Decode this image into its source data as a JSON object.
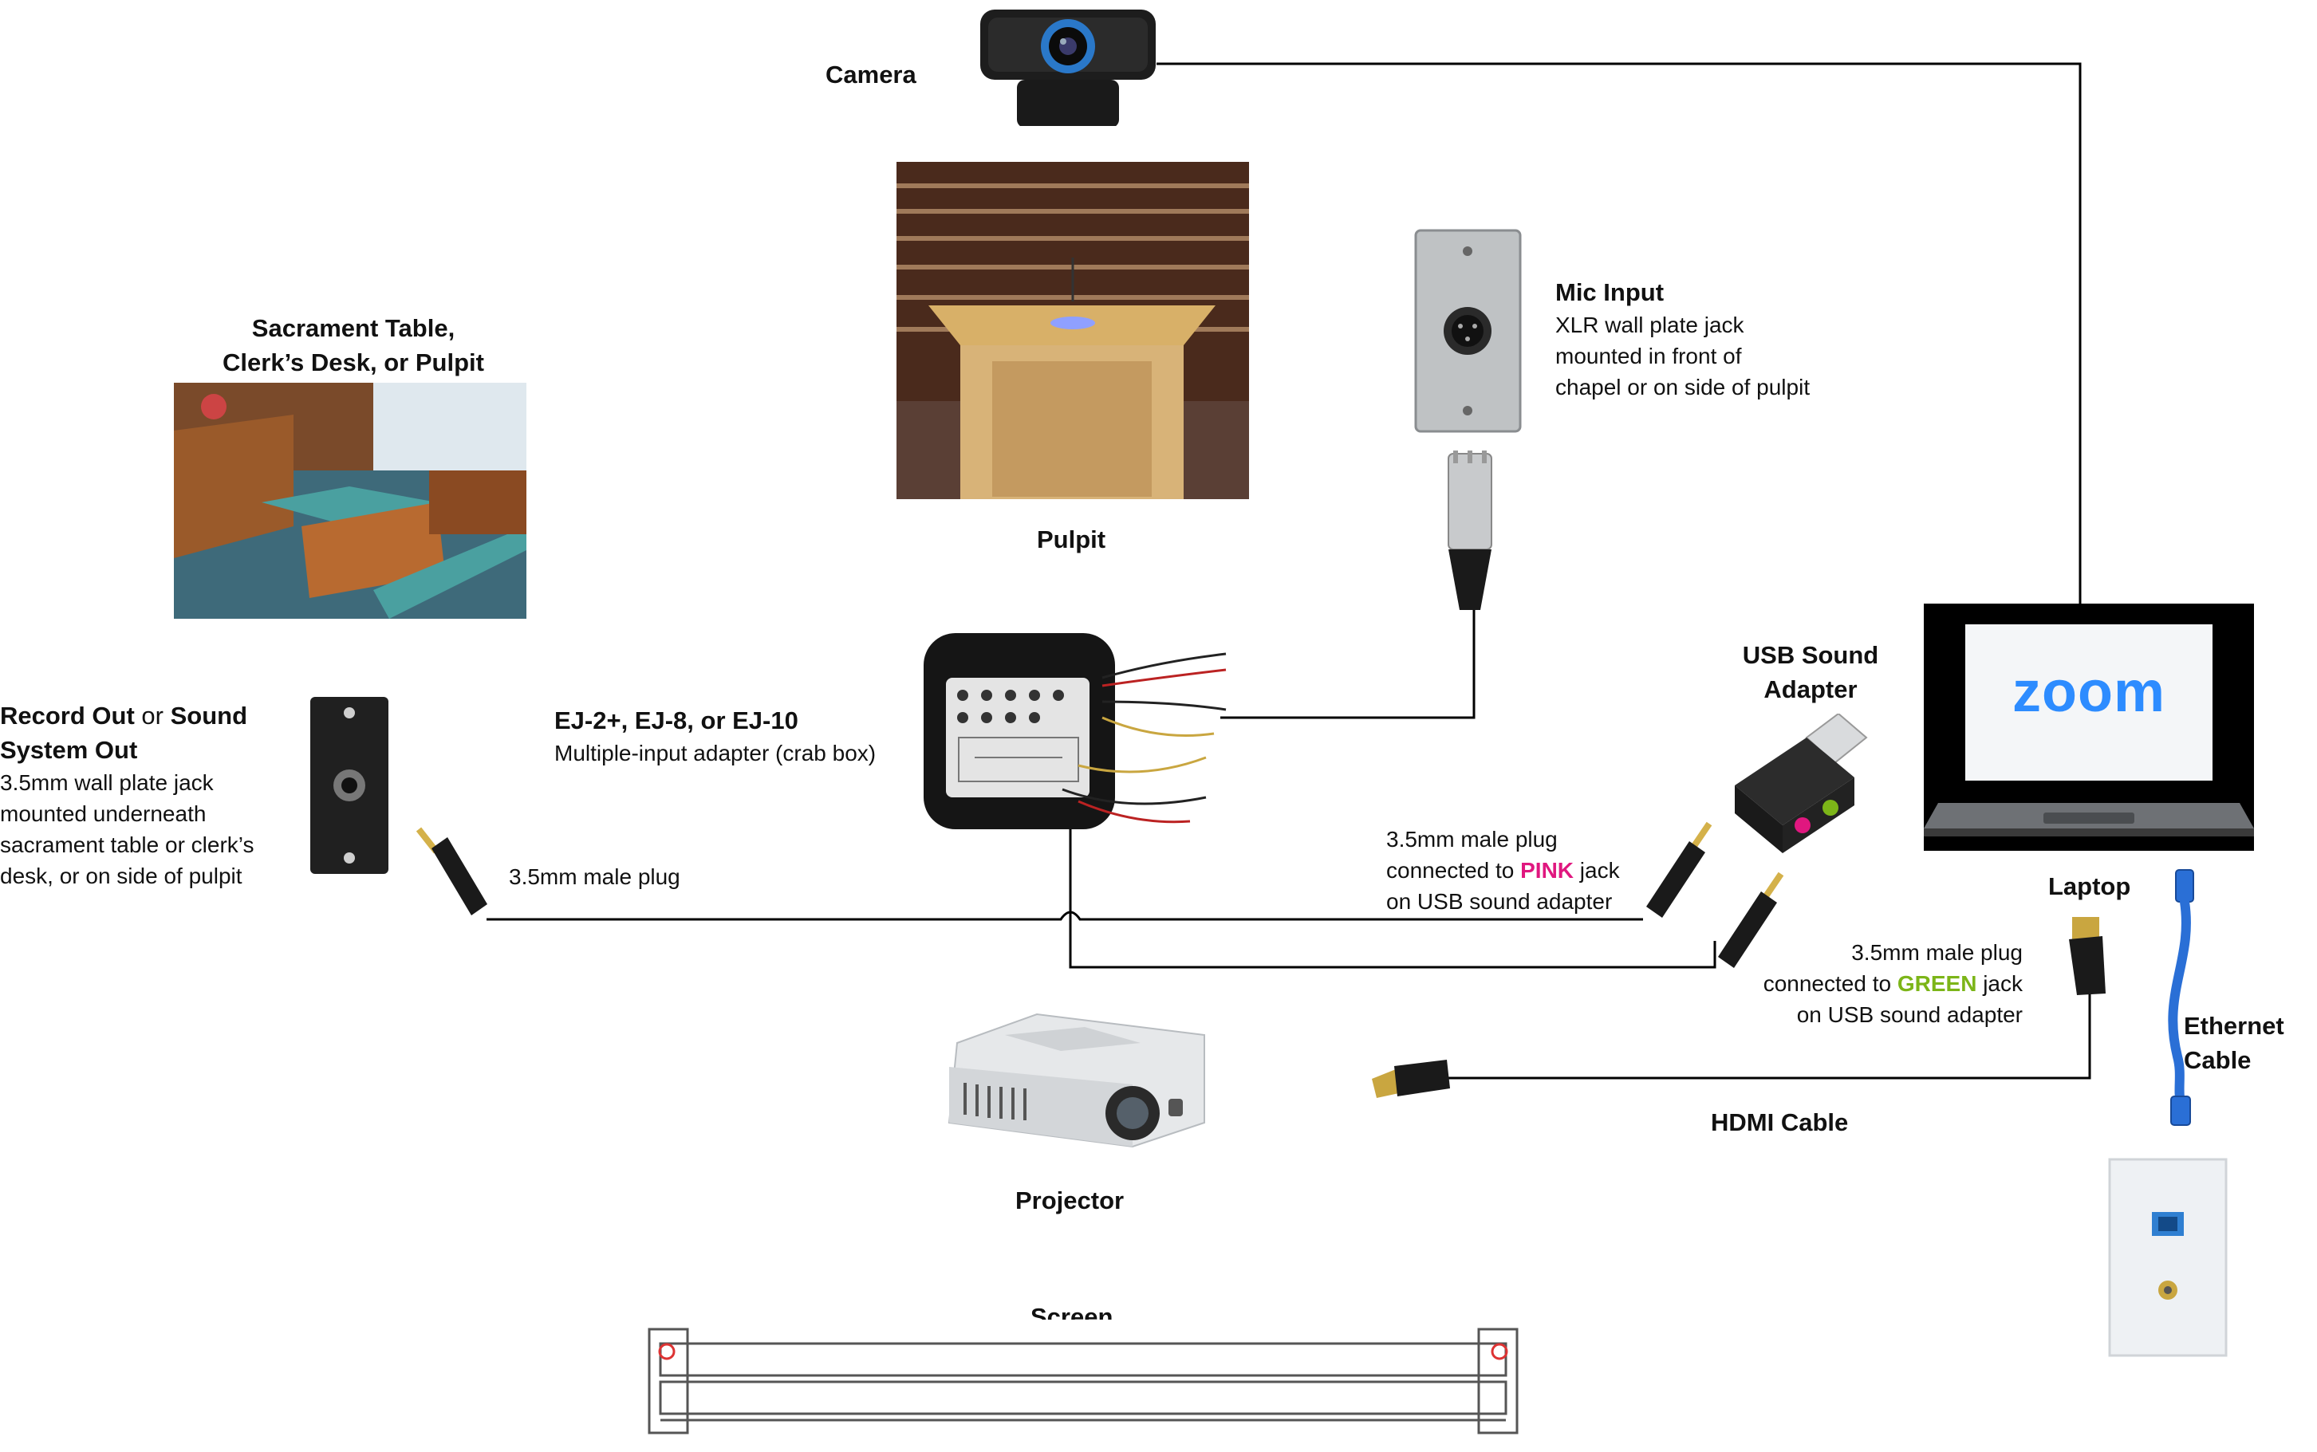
{
  "camera": {
    "label": "Camera"
  },
  "pulpit": {
    "label": "Pulpit"
  },
  "sacrament": {
    "line1": "Sacrament Table,",
    "line2": "Clerk’s Desk, or Pulpit"
  },
  "mic_input": {
    "title": "Mic Input",
    "line1": "XLR wall plate jack",
    "line2": "mounted in front of",
    "line3": "chapel or on side of pulpit"
  },
  "usb_adapter": {
    "line1": "USB Sound",
    "line2": "Adapter"
  },
  "record_out": {
    "bold1": "Record Out",
    "mid": " or ",
    "bold2": "Sound",
    "bold3": "System Out",
    "line1": "3.5mm wall plate jack",
    "line2": "mounted underneath",
    "line3": "sacrament table or clerk’s",
    "line4": "desk, or on side of pulpit"
  },
  "crab_box": {
    "title": "EJ-2+, EJ-8, or EJ-10",
    "subtitle": "Multiple-input adapter (crab box)"
  },
  "plug_left": {
    "label": "3.5mm male plug"
  },
  "plug_pink": {
    "line1": "3.5mm male plug",
    "line2a": "connected to ",
    "color_word": "PINK",
    "line2b": " jack",
    "line3": "on USB sound adapter",
    "color": "#e0177f"
  },
  "plug_green": {
    "line1": "3.5mm male plug",
    "line2a": "connected to ",
    "color_word": "GREEN",
    "line2b": " jack",
    "line3": "on USB sound adapter",
    "color": "#7cb518"
  },
  "laptop": {
    "label": "Laptop",
    "screen_text": "zoom"
  },
  "ethernet": {
    "line1": "Ethernet",
    "line2": "Cable"
  },
  "hdmi": {
    "label": "HDMI Cable"
  },
  "projector": {
    "label": "Projector"
  },
  "screen": {
    "label": "Screen"
  },
  "colors": {
    "zoom_blue": "#2d8cff",
    "wire": "#000000"
  }
}
